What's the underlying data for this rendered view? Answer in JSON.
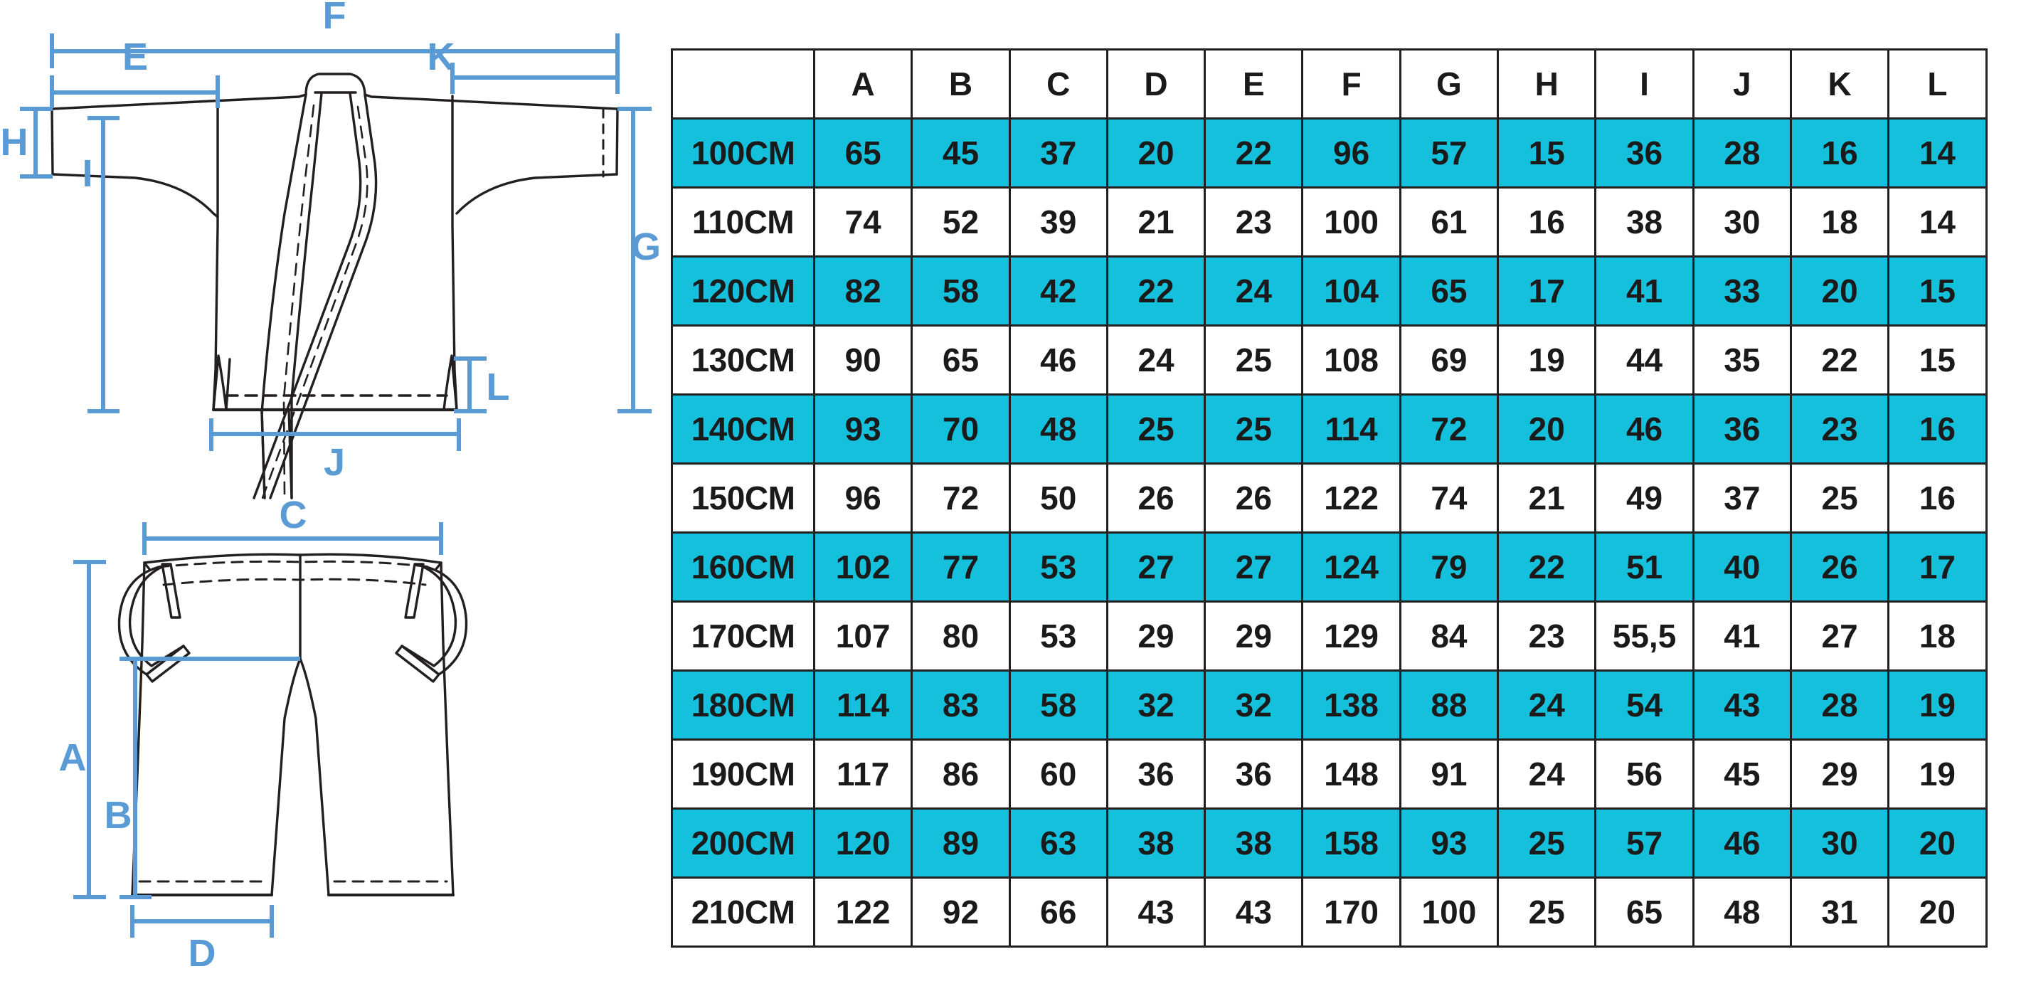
{
  "diagram": {
    "jacket": {
      "name": "martial-arts-jacket-technical-drawing",
      "dimension_labels": [
        "F",
        "E",
        "K",
        "H",
        "G",
        "I",
        "L",
        "J"
      ]
    },
    "pants": {
      "name": "martial-arts-pants-technical-drawing",
      "dimension_labels": [
        "C",
        "A",
        "B",
        "D"
      ]
    },
    "label_F": "F",
    "label_E": "E",
    "label_K": "K",
    "label_H": "H",
    "label_G": "G",
    "label_I": "I",
    "label_L": "L",
    "label_J": "J",
    "label_C": "C",
    "label_A": "A",
    "label_B": "B",
    "label_D": "D"
  },
  "colors": {
    "accent_cyan": "#15c0dd",
    "dimension_blue": "#5b9bd5",
    "line_black": "#231f20"
  },
  "chart_data": {
    "type": "table",
    "title": "",
    "columns": [
      "",
      "A",
      "B",
      "C",
      "D",
      "E",
      "F",
      "G",
      "H",
      "I",
      "J",
      "K",
      "L"
    ],
    "rows": [
      {
        "size": "100CM",
        "values": [
          "65",
          "45",
          "37",
          "20",
          "22",
          "96",
          "57",
          "15",
          "36",
          "28",
          "16",
          "14"
        ],
        "highlight": true
      },
      {
        "size": "110CM",
        "values": [
          "74",
          "52",
          "39",
          "21",
          "23",
          "100",
          "61",
          "16",
          "38",
          "30",
          "18",
          "14"
        ],
        "highlight": false
      },
      {
        "size": "120CM",
        "values": [
          "82",
          "58",
          "42",
          "22",
          "24",
          "104",
          "65",
          "17",
          "41",
          "33",
          "20",
          "15"
        ],
        "highlight": true
      },
      {
        "size": "130CM",
        "values": [
          "90",
          "65",
          "46",
          "24",
          "25",
          "108",
          "69",
          "19",
          "44",
          "35",
          "22",
          "15"
        ],
        "highlight": false
      },
      {
        "size": "140CM",
        "values": [
          "93",
          "70",
          "48",
          "25",
          "25",
          "114",
          "72",
          "20",
          "46",
          "36",
          "23",
          "16"
        ],
        "highlight": true
      },
      {
        "size": "150CM",
        "values": [
          "96",
          "72",
          "50",
          "26",
          "26",
          "122",
          "74",
          "21",
          "49",
          "37",
          "25",
          "16"
        ],
        "highlight": false
      },
      {
        "size": "160CM",
        "values": [
          "102",
          "77",
          "53",
          "27",
          "27",
          "124",
          "79",
          "22",
          "51",
          "40",
          "26",
          "17"
        ],
        "highlight": true
      },
      {
        "size": "170CM",
        "values": [
          "107",
          "80",
          "53",
          "29",
          "29",
          "129",
          "84",
          "23",
          "55,5",
          "41",
          "27",
          "18"
        ],
        "highlight": false
      },
      {
        "size": "180CM",
        "values": [
          "114",
          "83",
          "58",
          "32",
          "32",
          "138",
          "88",
          "24",
          "54",
          "43",
          "28",
          "19"
        ],
        "highlight": true
      },
      {
        "size": "190CM",
        "values": [
          "117",
          "86",
          "60",
          "36",
          "36",
          "148",
          "91",
          "24",
          "56",
          "45",
          "29",
          "19"
        ],
        "highlight": false
      },
      {
        "size": "200CM",
        "values": [
          "120",
          "89",
          "63",
          "38",
          "38",
          "158",
          "93",
          "25",
          "57",
          "46",
          "30",
          "20"
        ],
        "highlight": true
      },
      {
        "size": "210CM",
        "values": [
          "122",
          "92",
          "66",
          "43",
          "43",
          "170",
          "100",
          "25",
          "65",
          "48",
          "31",
          "20"
        ],
        "highlight": false
      }
    ]
  }
}
